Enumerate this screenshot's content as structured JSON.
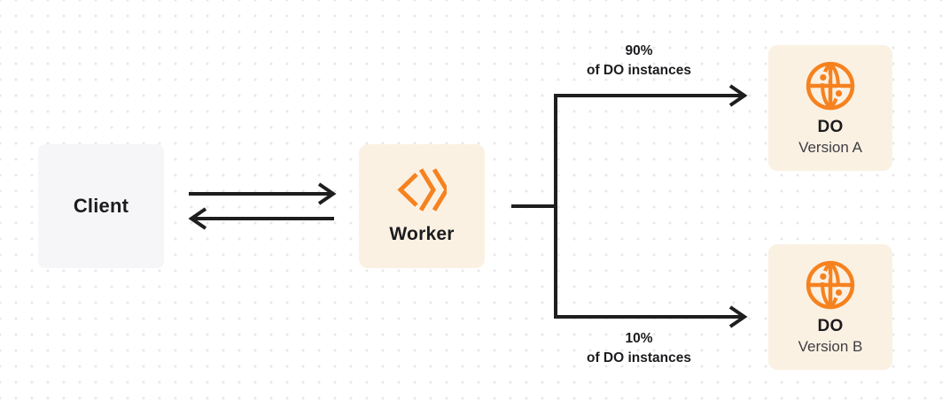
{
  "colors": {
    "accent_orange": "#F6821F",
    "node_peach": "#FBF1E3",
    "node_gray": "#F6F6F8",
    "line_dark": "#1E1E1E",
    "text_primary": "#1C1C1F",
    "text_secondary": "#3D3D42",
    "dot_grid": "#E8E8EB",
    "background": "#FFFFFF"
  },
  "diagram": {
    "nodes": {
      "client": {
        "label": "Client"
      },
      "worker": {
        "label": "Worker",
        "icon": "workers-logo-icon"
      },
      "do_version_a": {
        "title": "DO",
        "subtitle": "Version A",
        "icon": "globe-icon"
      },
      "do_version_b": {
        "title": "DO",
        "subtitle": "Version B",
        "icon": "globe-icon"
      }
    },
    "edges": {
      "worker_to_version_a": {
        "label_line1": "90%",
        "label_line2": "of DO instances"
      },
      "worker_to_version_b": {
        "label_line1": "10%",
        "label_line2": "of DO instances"
      }
    }
  }
}
